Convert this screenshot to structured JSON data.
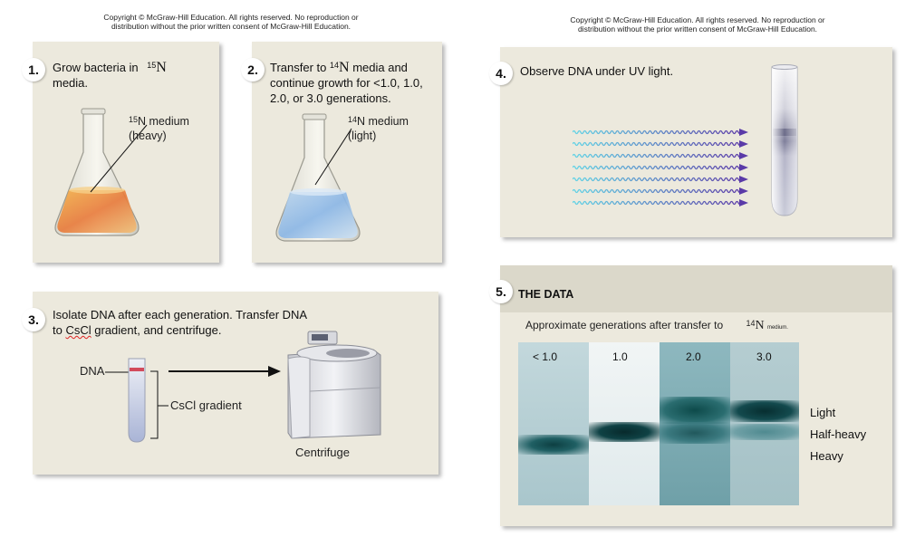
{
  "copyright_left": "Copyright © McGraw-Hill Education. All rights reserved. No reproduction or distribution without the prior written consent of McGraw-Hill Education.",
  "copyright_right": "Copyright © McGraw-Hill Education. All rights reserved. No reproduction or distribution without the prior written consent of McGraw-Hill Education.",
  "step1": {
    "number": "1.",
    "text_a": "Grow bacteria in",
    "isotope_mass": "15",
    "isotope_symbol": "N",
    "text_b": "media.",
    "flask_label_mass": "15",
    "flask_label_line1": "N medium",
    "flask_label_line2": "(heavy)"
  },
  "step2": {
    "number": "2.",
    "text_a": "Transfer to",
    "isotope_mass": "14",
    "isotope_symbol": "N",
    "text_b": "media and",
    "line2": "continue growth for <1.0, 1.0,",
    "line3": "2.0, or 3.0 generations.",
    "flask_label_mass": "14",
    "flask_label_line1": "N medium",
    "flask_label_line2": "(light)"
  },
  "step3": {
    "number": "3.",
    "line1": "Isolate DNA after each generation. Transfer DNA",
    "line2_pre": "to",
    "line2_word": "CsCl",
    "line2_post": "gradient, and centrifuge.",
    "dna_label": "DNA",
    "gradient_label": "CsCl gradient",
    "centrifuge_label": "Centrifuge"
  },
  "step4": {
    "number": "4.",
    "text": "Observe DNA under UV light."
  },
  "step5": {
    "number": "5.",
    "title": "THE DATA",
    "caption": "Approximate generations after transfer to",
    "caption_mass": "14",
    "caption_symbol": "N",
    "caption_small": "medium.",
    "lanes": [
      "< 1.0",
      "1.0",
      "2.0",
      "3.0"
    ],
    "band_labels": [
      "Light",
      "Half-heavy",
      "Heavy"
    ]
  },
  "colors": {
    "panel_bg": "#ece9dd",
    "header_bg": "#dbd8ca",
    "gel_band": "#0d4a4a",
    "uv_wave_start": "#5fd3e6",
    "uv_wave_end": "#5a3aa8"
  }
}
